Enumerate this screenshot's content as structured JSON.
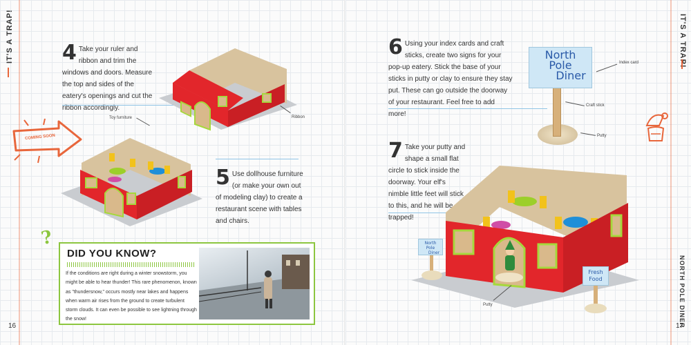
{
  "spread": {
    "side_label_left": "IT'S A TRAP!",
    "side_label_right": "IT'S A TRAP!",
    "side_label_right_bottom": "NORTH POLE DINER",
    "page_left": "16",
    "page_right": "17",
    "coming_soon_sign": "COMING SOON"
  },
  "steps": [
    {
      "num": "4",
      "text": "Take your ruler and ribbon and trim the windows and doors. Measure the top and sides of the eatery's openings and cut the ribbon accordingly."
    },
    {
      "num": "5",
      "text": "Use dollhouse furniture (or make your own out of modeling clay) to create a restaurant scene with tables and chairs."
    },
    {
      "num": "6",
      "text": "Using your index cards and craft sticks, create two signs for your pop-up eatery. Stick the base of your sticks in putty or clay to ensure they stay put. These can go outside the doorway of your restaurant. Feel free to add more!"
    },
    {
      "num": "7",
      "text": "Take your putty and shape a small flat circle to stick inside the doorway. Your elf's nimble little feet will stick to this, and he will be trapped!"
    }
  ],
  "labels": {
    "ribbon": "Ribbon",
    "toy_furniture": "Toy furniture",
    "index_card": "Index card",
    "craft_stick": "Craft stick",
    "putty": "Putty",
    "putty_bottom": "Putty"
  },
  "signs": {
    "north_pole_diner": [
      "North",
      "Pole",
      "Diner"
    ],
    "fresh_food": [
      "Fresh",
      "Food"
    ]
  },
  "did_you_know": {
    "title": "DID YOU KNOW?",
    "text": "If the conditions are right during a winter snowstorm, you might be able to hear thunder! This rare phenomenon, known as \"thundersnow,\" occurs mostly near lakes and happens when warm air rises from the ground to create turbulent storm clouds. It can even be possible to see lightning through the snow!"
  },
  "colors": {
    "accent_orange": "#e8663b",
    "accent_green": "#8cc63f",
    "rule_blue": "#8fc4e6",
    "box_red": "#e2262b"
  }
}
